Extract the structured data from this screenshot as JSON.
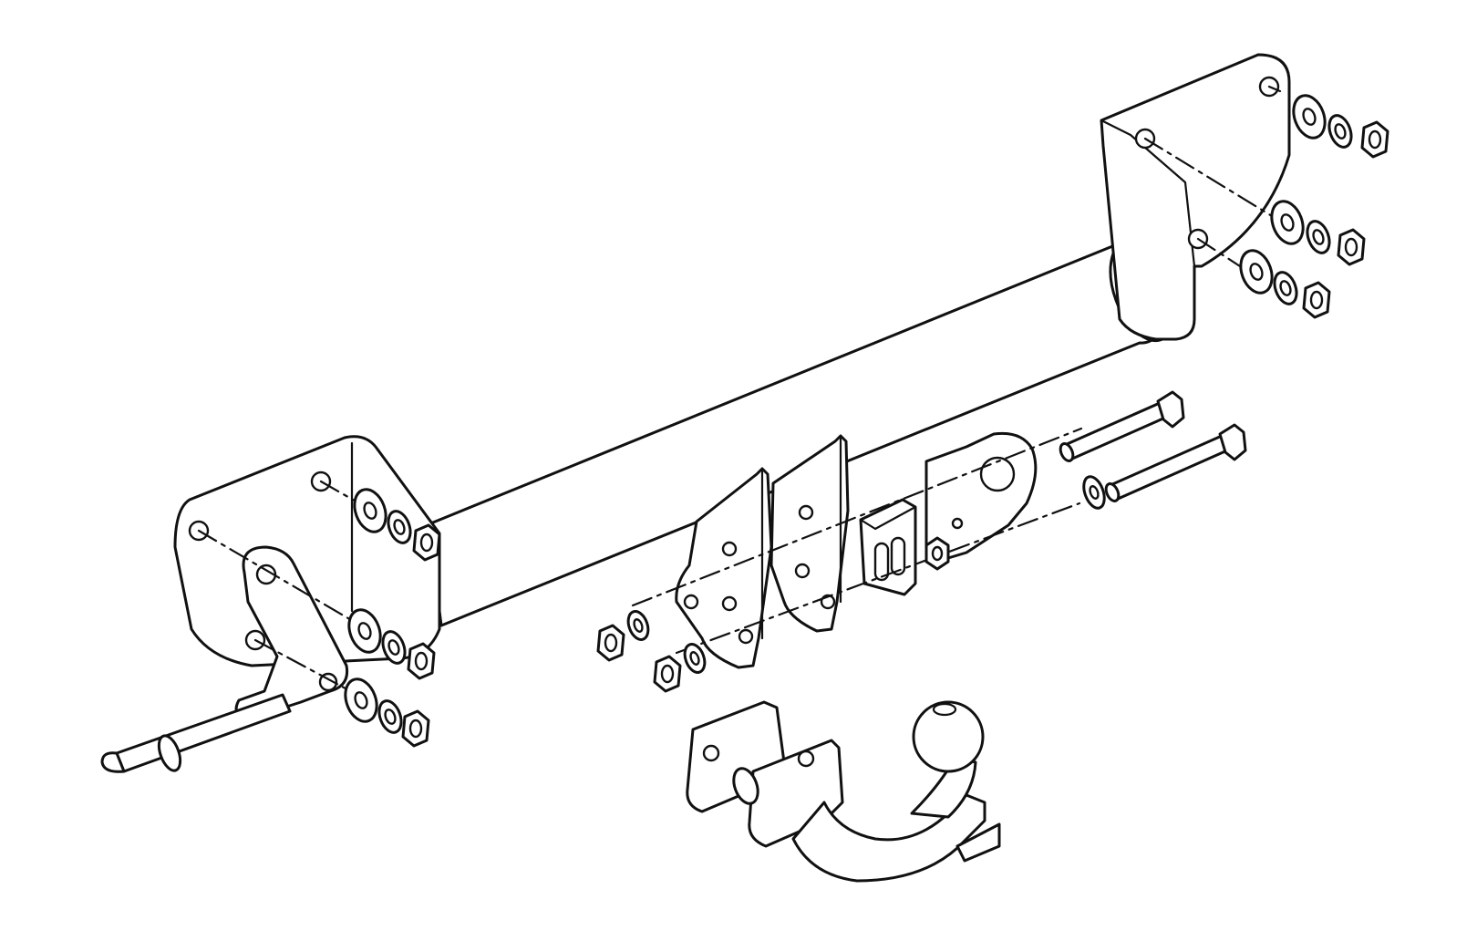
{
  "diagram": {
    "kind": "exploded-assembly",
    "parts": [
      "crossbar-tube",
      "left-mounting-plate",
      "right-mounting-plate",
      "left-strap-bracket",
      "center-bracket-left",
      "center-bracket-right",
      "socket-plate",
      "receiver-block",
      "towbar-neck",
      "ball",
      "locking-pin",
      "long-bolt",
      "long-bolt",
      "washer",
      "spring-washer",
      "hex-nut"
    ],
    "colors": {
      "line": "#111111",
      "fill": "#ffffff",
      "background": "#ffffff"
    }
  }
}
